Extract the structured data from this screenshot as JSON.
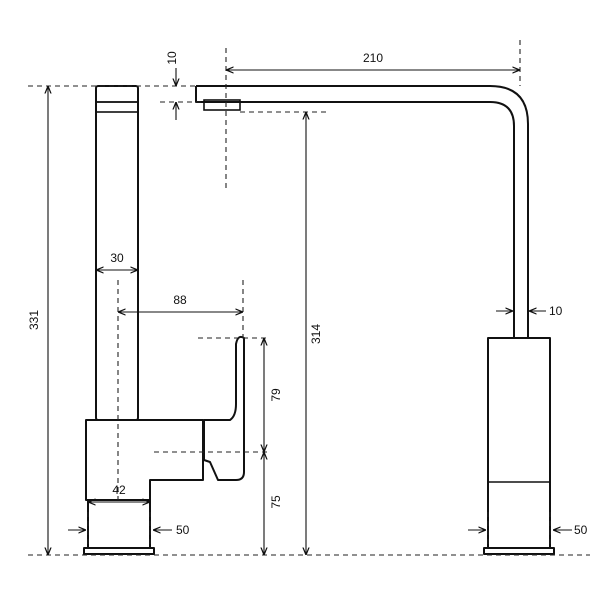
{
  "dimensions": {
    "spout_reach": "210",
    "top_thickness": "10",
    "total_height": "331",
    "spout_height": "314",
    "body_width": "30",
    "lever_reach": "88",
    "lever_height": "79",
    "base_height": "75",
    "base_width": "42",
    "front_base_diameter": "50",
    "spout_tube_diameter": "10",
    "side_base_diameter": "50"
  },
  "colors": {
    "line": "#111111",
    "background": "#ffffff"
  }
}
